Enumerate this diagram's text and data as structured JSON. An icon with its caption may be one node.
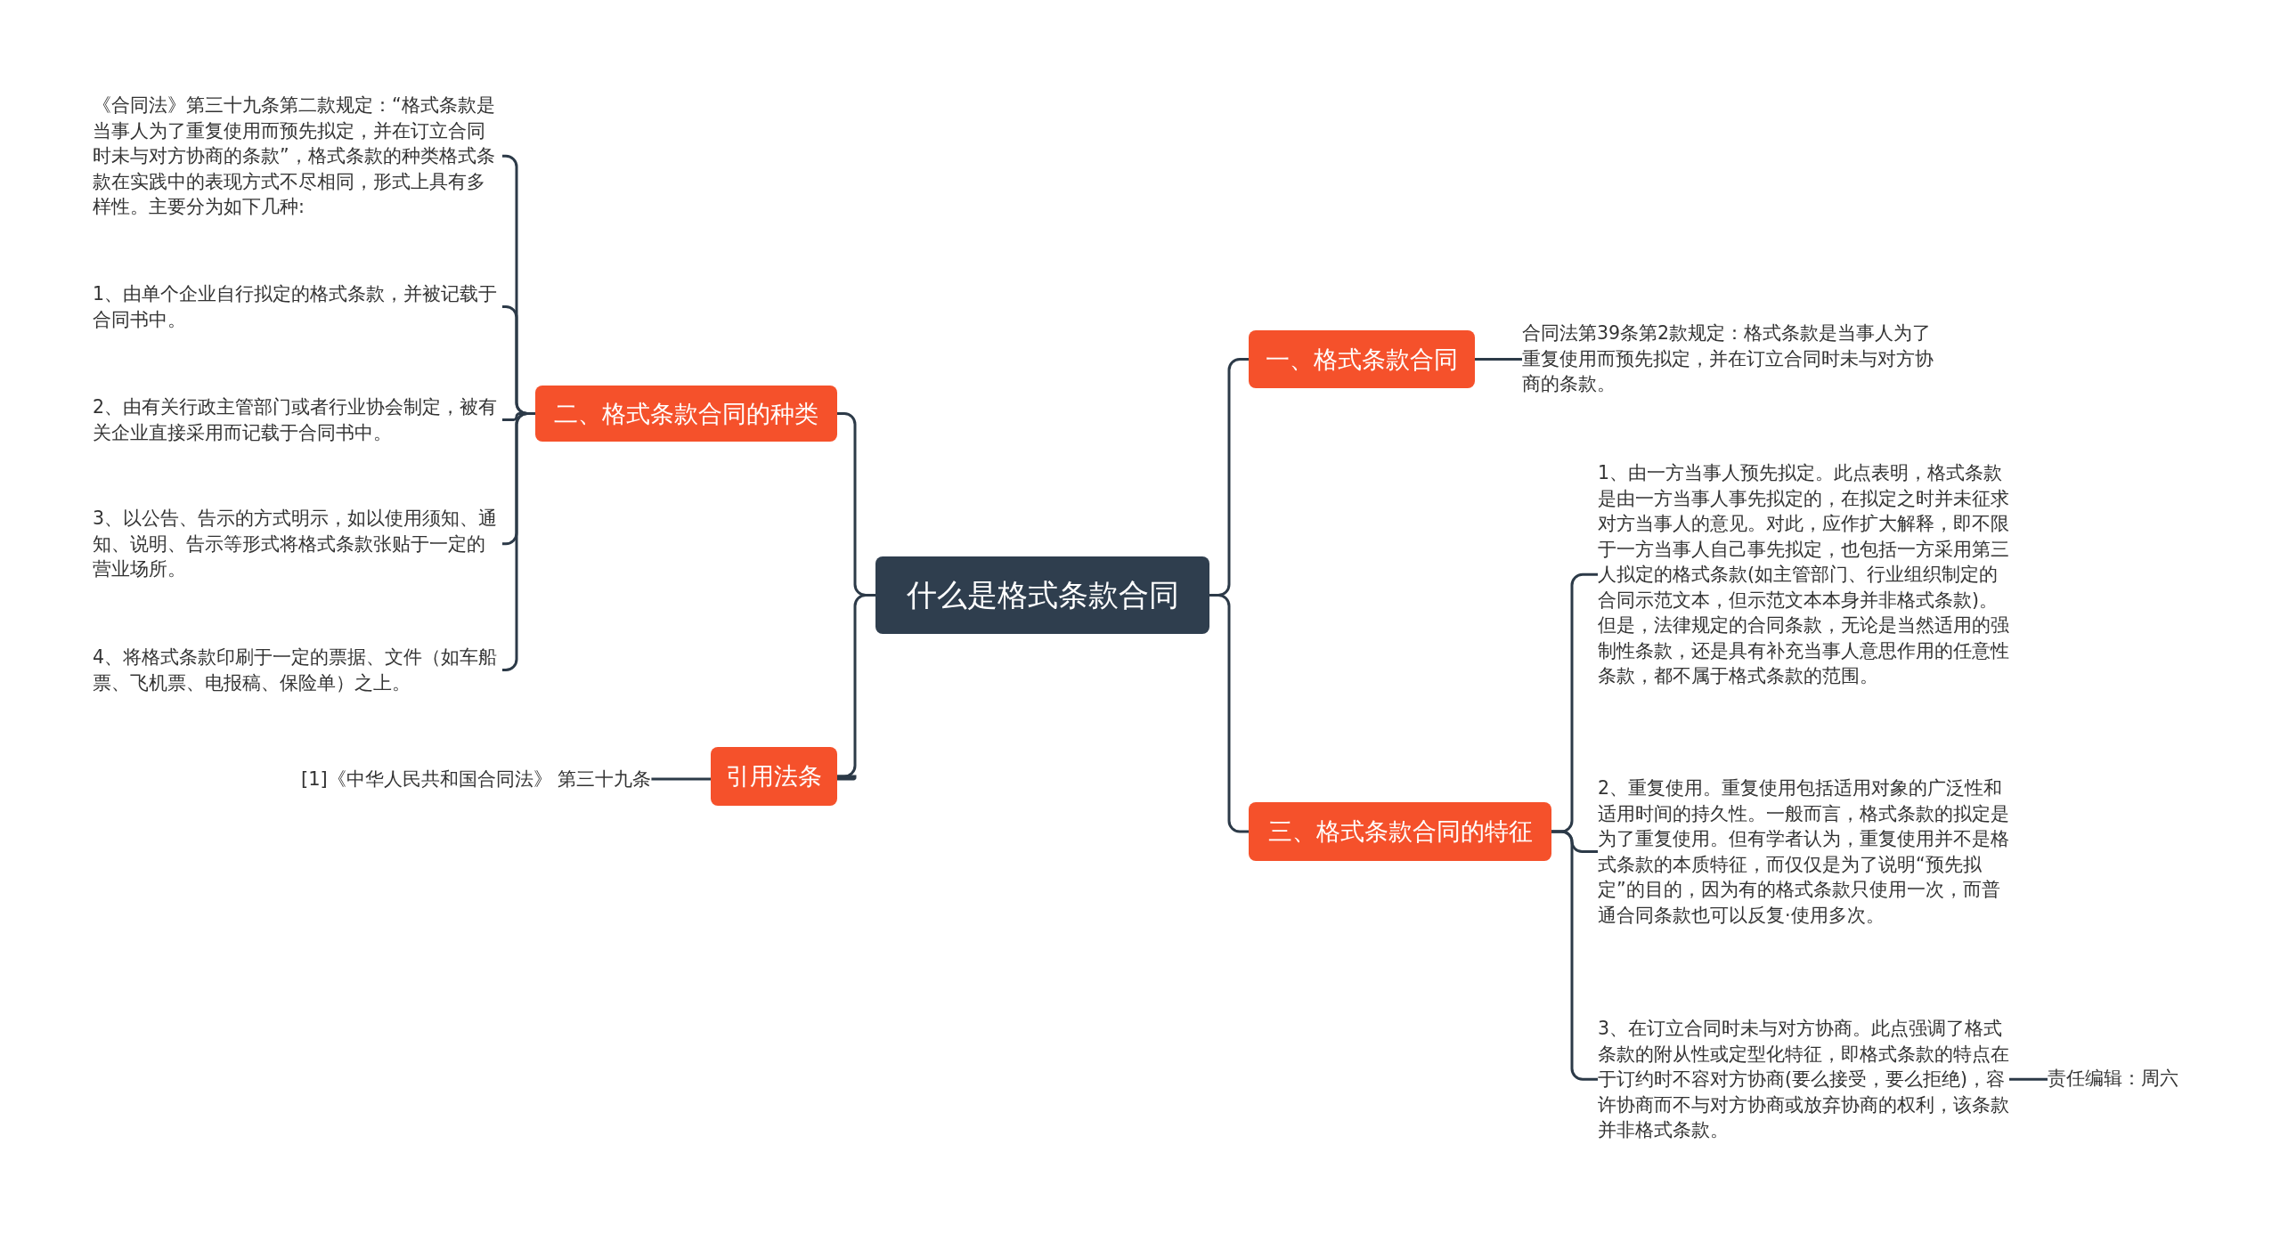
{
  "diagram": {
    "nodes": [
      {
        "text": [
          "什么是格式条款合同"
        ]
      },
      {
        "text": [
          "二、格式条款合同的种类"
        ]
      },
      {
        "text": [
          "《合同法》第三十九条第二款规定：“格式条款是当事人为了重复使用而预先拟定，并在订立合同时未与对方协商的条款”，格式条款的种类格式条款在实践中的表现方式不尽相同，形式上具有多样性。主要分为如下几种:"
        ]
      },
      {
        "text": [
          "1、由单个企业自行拟定的格式条款，并被记载于合同书中。"
        ]
      },
      {
        "text": [
          "2、由有关行政主管部门或者行业协会制定，被有关企业直接采用而记载于合同书中。"
        ]
      },
      {
        "text": [
          "3、以公告、告示的方式明示，如以使用须知、通知、说明、告示等形式将格式条款张贴于一定的营业场所。"
        ]
      },
      {
        "text": [
          "4、将格式条款印刷于一定的票据、文件（如车船票、飞机票、电报稿、保险单）之上。"
        ]
      },
      {
        "text": [
          "引用法条"
        ]
      },
      {
        "text": [
          "[1]《中华人民共和国合同法》 第三十九条"
        ]
      },
      {
        "text": [
          "一、格式条款合同"
        ]
      },
      {
        "text": [
          "合同法第39条第2款规定：格式条款是当事人为了重复使用而预先拟定，并在订立合同时未与对方协商的条款。"
        ]
      },
      {
        "text": [
          "三、格式条款合同的特征"
        ]
      },
      {
        "text": [
          "1、由一方当事人预先拟定。此点表明，格式条款是由一方当事人事先拟定的，在拟定之时并未征求对方当事人的意见。对此，应作扩大解释，即不限于一方当事人自己事先拟定，也包括一方采用第三人拟定的格式条款(如主管部门、行业组织制定的合同示范文本，但示范文本本身并非格式条款)。但是，法律规定的合同条款，无论是当然适用的强制性条款，还是具有补充当事人意思作用的任意性条款，都不属于格式条款的范围。"
        ]
      },
      {
        "text": [
          "2、重复使用。重复使用包括适用对象的广泛性和适用时间的持久性。一般而言，格式条款的拟定是为了重复使用。但有学者认为，重复使用并不是格式条款的本质特征，而仅仅是为了说明“预先拟定”的目的，因为有的格式条款只使用一次，而普通合同条款也可以反复·使用多次。"
        ]
      },
      {
        "text": [
          "3、在订立合同时未与对方协商。此点强调了格式条款的附从性或定型化特征，即格式条款的特点在于订约时不容对方协商(要么接受，要么拒绝)，容许协商而不与对方协商或放弃协商的权利，该条款并非格式条款。"
        ]
      },
      {
        "text": [
          "责任编辑：周六"
        ]
      }
    ],
    "edges": [
      {
        "from": 0,
        "to": 1,
        "arrow": "none"
      },
      {
        "from": 1,
        "to": 2,
        "arrow": "none"
      },
      {
        "from": 1,
        "to": 3,
        "arrow": "none"
      },
      {
        "from": 1,
        "to": 4,
        "arrow": "none"
      },
      {
        "from": 1,
        "to": 5,
        "arrow": "none"
      },
      {
        "from": 1,
        "to": 6,
        "arrow": "none"
      },
      {
        "from": 0,
        "to": 7,
        "arrow": "none"
      },
      {
        "from": 7,
        "to": 8,
        "arrow": "none"
      },
      {
        "from": 0,
        "to": 9,
        "arrow": "none"
      },
      {
        "from": 9,
        "to": 10,
        "arrow": "none"
      },
      {
        "from": 0,
        "to": 11,
        "arrow": "none"
      },
      {
        "from": 11,
        "to": 12,
        "arrow": "none"
      },
      {
        "from": 11,
        "to": 13,
        "arrow": "none"
      },
      {
        "from": 11,
        "to": 14,
        "arrow": "none"
      },
      {
        "from": 14,
        "to": 15,
        "arrow": "none"
      }
    ]
  }
}
